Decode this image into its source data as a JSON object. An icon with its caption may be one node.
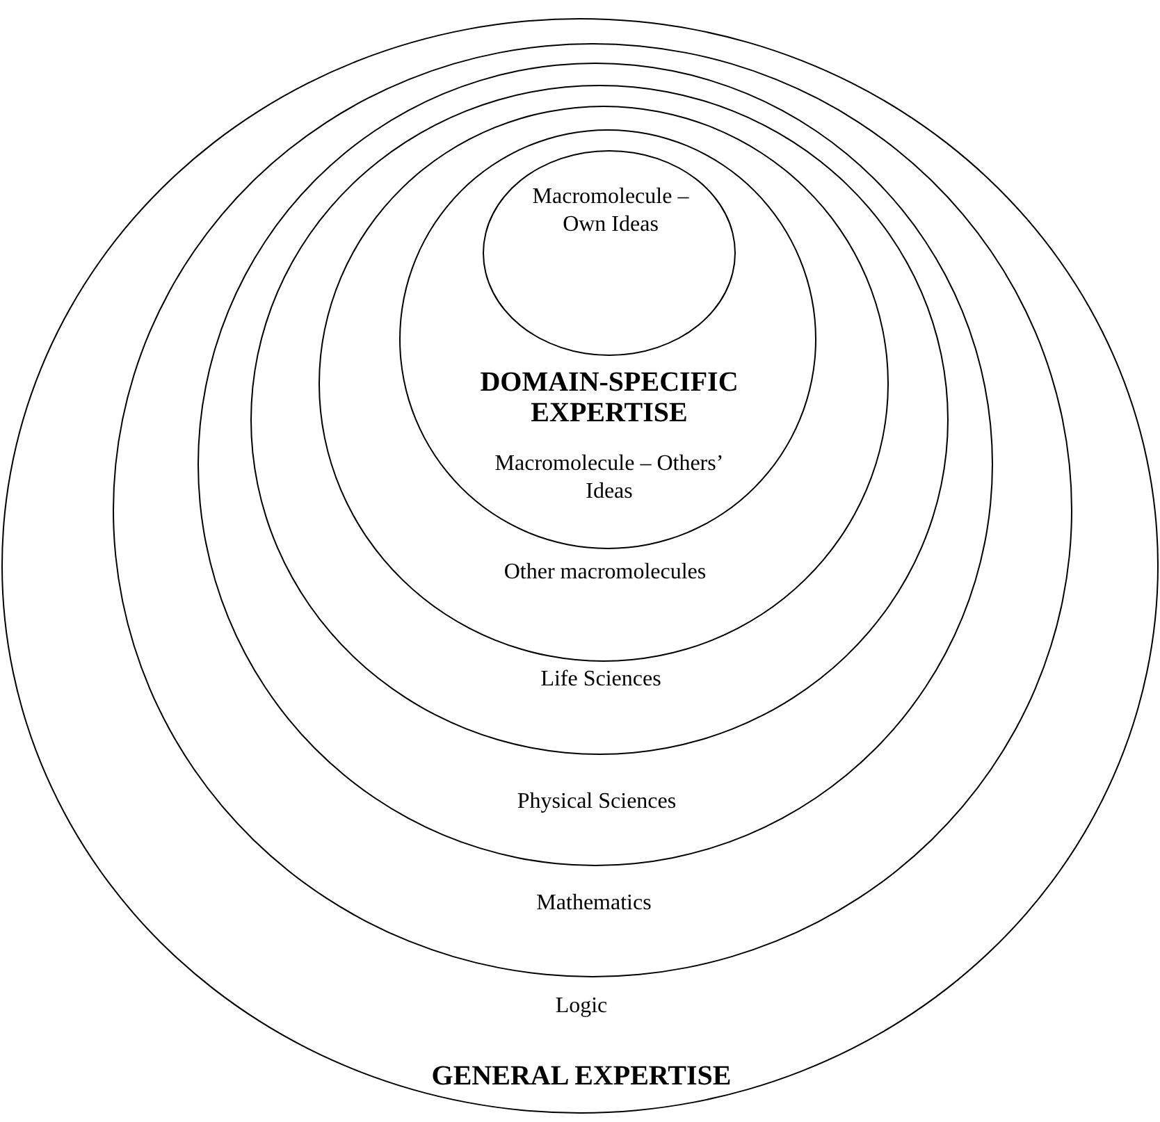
{
  "diagram": {
    "nodes": [
      {
        "text": [
          "Logic",
          "GENERAL EXPERTISE"
        ]
      },
      {
        "text": [
          "Mathematics"
        ],
        "in": 0
      },
      {
        "text": [
          "Physical Sciences"
        ],
        "in": 1
      },
      {
        "text": [
          "Life Sciences"
        ],
        "in": 2
      },
      {
        "text": [
          "Other macromolecules"
        ],
        "in": 3
      },
      {
        "text": [
          "DOMAIN-SPECIFIC EXPERTISE",
          "Macromolecule – Others’ Ideas"
        ],
        "in": 4
      },
      {
        "text": [
          "Macromolecule – Own Ideas"
        ],
        "in": 5
      }
    ]
  }
}
